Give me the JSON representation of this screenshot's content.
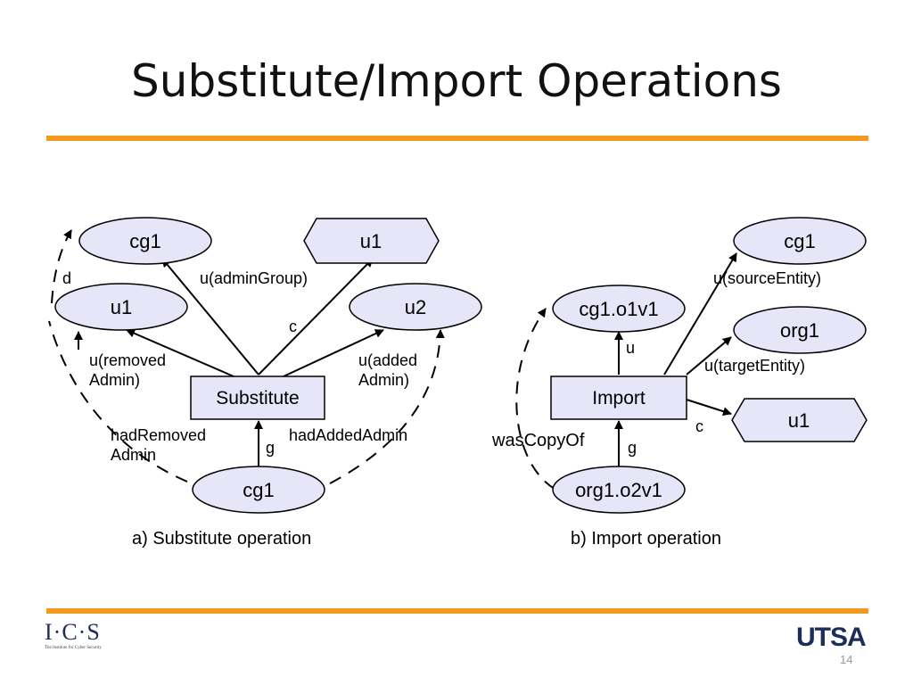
{
  "slide": {
    "title": "Substitute/Import Operations",
    "page_number": "14",
    "accent_color": "#f29a1f",
    "ics_logo_text": "I·C·S",
    "ics_logo_subtitle": "The Institute for Cyber Security",
    "utsa_logo_text": "UTSA"
  },
  "diagram": {
    "substitute": {
      "caption": "a) Substitute operation",
      "node_cg1_top": "cg1",
      "node_u1_hex": "u1",
      "node_u1": "u1",
      "node_u2": "u2",
      "node_activity": "Substitute",
      "node_cg1_bottom": "cg1",
      "edge_admin_group": "u(adminGroup)",
      "edge_c": "c",
      "edge_d": "d",
      "edge_removed_line1": "u(removed",
      "edge_removed_line2": "Admin)",
      "edge_added_line1": "u(added",
      "edge_added_line2": "Admin)",
      "edge_g": "g",
      "edge_had_removed_line1": "hadRemoved",
      "edge_had_removed_line2": "Admin",
      "edge_had_added": "hadAddedAdmin"
    },
    "import": {
      "caption": "b) Import operation",
      "node_cg1": "cg1",
      "node_org1": "org1",
      "node_u1_hex": "u1",
      "node_cg1_o1v1": "cg1.o1v1",
      "node_activity": "Import",
      "node_org1_o2v1": "org1.o2v1",
      "edge_source": "u(sourceEntity)",
      "edge_target": "u(targetEntity)",
      "edge_u": "u",
      "edge_c": "c",
      "edge_g": "g",
      "edge_was_copy_of": "wasCopyOf"
    },
    "colors": {
      "node_fill": "#e6e6f8",
      "stroke": "#000000"
    }
  }
}
